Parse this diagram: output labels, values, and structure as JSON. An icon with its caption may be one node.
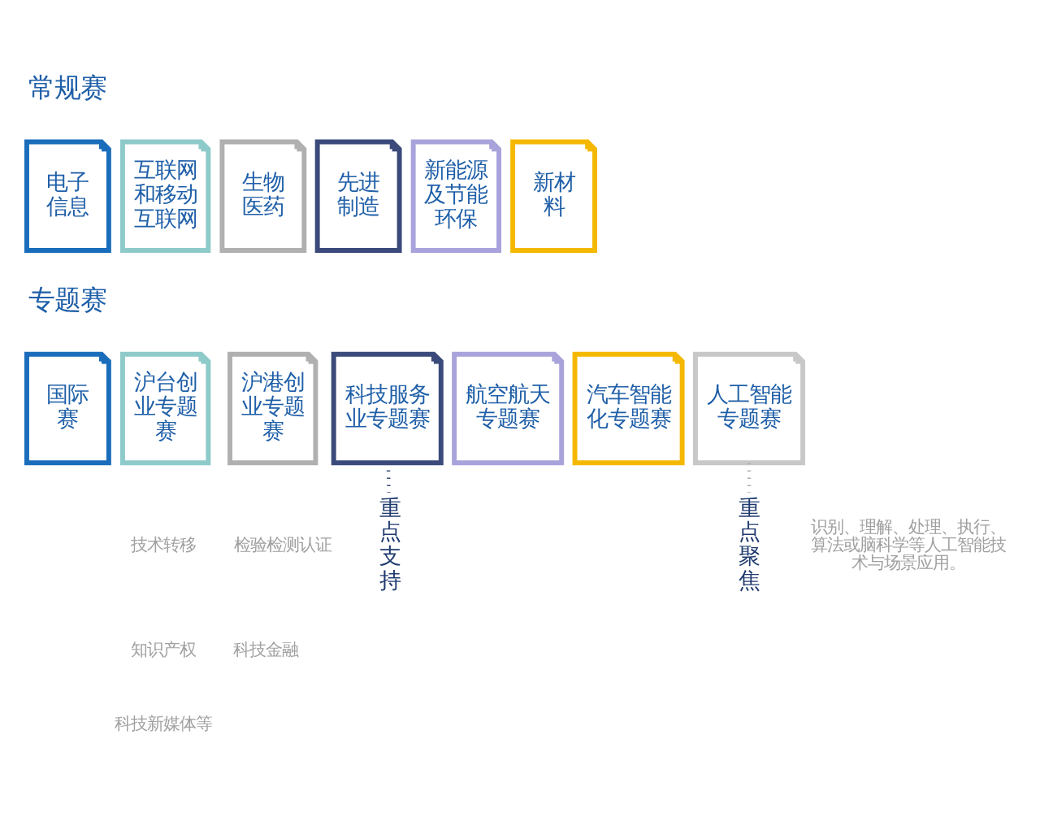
{
  "diagram": {
    "nodes": [
      {
        "text": [
          "电子信息"
        ]
      },
      {
        "text": [
          "互联网和移动互联网"
        ]
      },
      {
        "text": [
          "生物医药"
        ]
      },
      {
        "text": [
          "先进制造"
        ]
      },
      {
        "text": [
          "新能源及节能环保"
        ]
      },
      {
        "text": [
          "新材料"
        ]
      },
      {
        "text": [
          "国际赛"
        ]
      },
      {
        "text": [
          "沪台创业专题赛"
        ]
      },
      {
        "text": [
          "沪港创业专题赛"
        ]
      },
      {
        "text": [
          "科技服务业专题赛"
        ]
      },
      {
        "text": [
          "航空航天专题赛"
        ]
      },
      {
        "text": [
          "汽车智能化专题赛"
        ]
      },
      {
        "text": [
          "人工智能专题赛"
        ]
      },
      {
        "text": [
          "重点支持"
        ]
      },
      {
        "text": [
          "重点聚焦"
        ]
      }
    ],
    "edges": [
      {
        "from": 9,
        "to": 13,
        "arrow": "none",
        "style": "dashed",
        "color": "#3b4a7a"
      },
      {
        "from": 12,
        "to": 14,
        "arrow": "none",
        "style": "dashed",
        "color": "#b0b0b0"
      }
    ],
    "labels": [
      "常规赛",
      "专题赛",
      "技术转移",
      "检验检测认证",
      "知识产权",
      "科技金融",
      "科技新媒体等",
      "识别、理解、处理、执行、算法或脑科学等人工智能技术与场景应用。"
    ]
  }
}
